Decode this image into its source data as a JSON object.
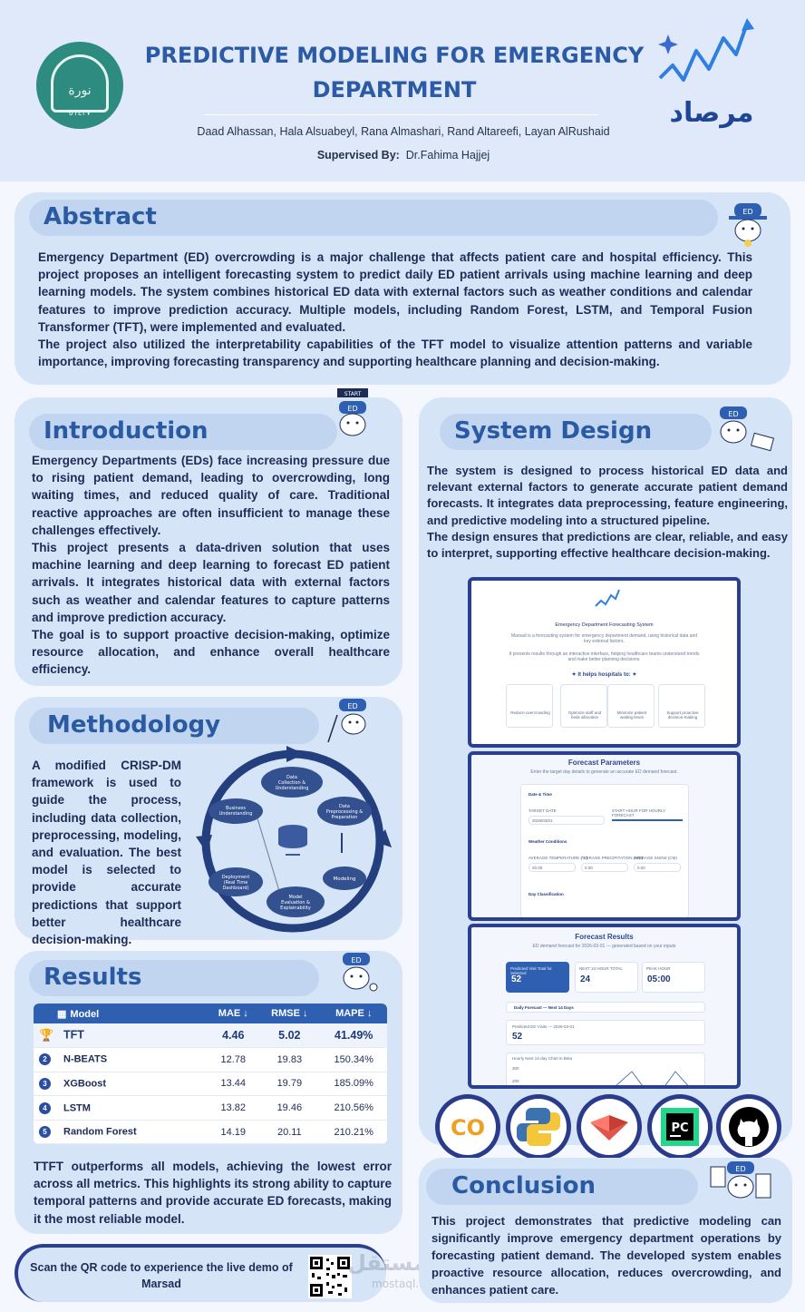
{
  "header": {
    "title": "PREDICTIVE MODELING FOR EMERGENCY DEPARTMENT",
    "authors": "Daad Alhassan, Hala Alsuabeyl, Rana Almashari, Rand Altareefi, Layan AlRushaid",
    "supervised_label": "Supervised By:",
    "supervisor": "Dr.Fahima Hajjej",
    "left_logo_text": "٥١٤٢٧",
    "left_logo_script": "نورة",
    "right_logo_text": "مرصاد"
  },
  "abstract": {
    "heading": "Abstract",
    "p1": "Emergency Department (ED) overcrowding is a major challenge that affects patient care and hospital efficiency. This project proposes an intelligent forecasting system to predict daily ED patient arrivals using machine learning and deep learning models. The system combines historical ED data with external factors such as weather conditions and calendar features to improve prediction accuracy. Multiple models, including Random Forest, LSTM, and Temporal Fusion Transformer (TFT), were implemented and evaluated.",
    "p2": "The project also utilized the interpretability capabilities of the TFT model to visualize attention patterns and variable importance, improving forecasting transparency and supporting healthcare planning and decision-making."
  },
  "introduction": {
    "heading": "Introduction",
    "badge": "START",
    "p1": "Emergency Departments (EDs) face increasing pressure due to rising patient demand, leading to overcrowding, long waiting times, and reduced quality of care. Traditional reactive approaches are often insufficient to manage these challenges effectively.",
    "p2": "This project presents a data-driven solution that uses machine learning and deep learning to forecast ED patient arrivals. It integrates historical data with external factors such as weather and calendar features to capture patterns and improve prediction accuracy.",
    "p3": "The goal is to support proactive decision-making, optimize resource allocation, and enhance overall healthcare efficiency."
  },
  "methodology": {
    "heading": "Methodology",
    "text": "A modified CRISP-DM framework is used to guide the process, including data collection, preprocessing, modeling, and evaluation. The best model is selected to provide accurate predictions that support better healthcare decision-making.",
    "cycle": [
      "Data Collection & Understanding",
      "Data Preprocessing & Preparation",
      "Modeling",
      "Model Evaluation & Explainability",
      "Deployment (Real Time Dashboard)",
      "Business Understanding"
    ]
  },
  "results": {
    "heading": "Results",
    "columns": [
      "Model",
      "MAE ↓",
      "RMSE ↓",
      "MAPE ↓"
    ],
    "rows": [
      {
        "rank": "",
        "model": "TFT",
        "mae": "4.46",
        "rmse": "5.02",
        "mape": "41.49%"
      },
      {
        "rank": "2",
        "model": "N-BEATS",
        "mae": "12.78",
        "rmse": "19.83",
        "mape": "150.34%"
      },
      {
        "rank": "3",
        "model": "XGBoost",
        "mae": "13.44",
        "rmse": "19.79",
        "mape": "185.09%"
      },
      {
        "rank": "4",
        "model": "LSTM",
        "mae": "13.82",
        "rmse": "19.46",
        "mape": "210.56%"
      },
      {
        "rank": "5",
        "model": "Random Forest",
        "mae": "14.19",
        "rmse": "20.11",
        "mape": "210.21%"
      }
    ],
    "summary": "TTFT outperforms all models, achieving the lowest error across all metrics. This highlights its strong ability to capture temporal patterns and provide accurate ED forecasts, making it the most reliable model."
  },
  "qr": {
    "text": "Scan the QR code to experience the live demo of Marsad"
  },
  "system_design": {
    "heading": "System Design",
    "p1": "The system is designed to process historical ED data and relevant external factors to generate accurate patient demand forecasts. It integrates data preprocessing, feature engineering, and predictive modeling into a structured pipeline.",
    "p2": "The design ensures that predictions are clear, reliable, and easy to interpret, supporting effective healthcare decision-making.",
    "screens": {
      "s1_title": "Emergency Department Forecasting System",
      "s1_line1": "Marsad is a forecasting system for emergency department demand, using historical data and key external factors.",
      "s1_line2": "It presents results through an interactive interface, helping healthcare teams understand trends and make better planning decisions.",
      "s1_helps": "✦ It helps hospitals to: ✦",
      "s1_cards": [
        "Reduce overcrowding",
        "Optimize staff and beds allocation",
        "Minimize patient waiting times",
        "Support proactive decision-making"
      ],
      "s2_title": "Forecast Parameters",
      "s2_sub": "Enter the target day details to generate an accurate ED demand forecast.",
      "s2_date_section": "Date & Time",
      "s2_target_date": "TARGET DATE",
      "s2_date_value": "2026/03/01",
      "s2_start_hour": "START HOUR FOR HOURLY FORECAST",
      "s2_weather": "Weather Conditions",
      "s2_temp": "AVERAGE TEMPERATURE (°C)",
      "s2_temp_val": "20.00",
      "s2_precip": "AVERAGE PRECIPITATION (MM)",
      "s2_precip_val": "0.00",
      "s2_snow": "AVERAGE SNOW (CM)",
      "s2_snow_val": "0.00",
      "s2_day": "Day Classification",
      "s3_title": "Forecast Results",
      "s3_sub": "ED demand forecast for 2026-03-01 — generated based on your inputs",
      "s3_c1_label": "Predicted Visit Total for Selected",
      "s3_c1_val": "52",
      "s3_c2_label": "NEXT 24 HOUR TOTAL",
      "s3_c2_val": "24",
      "s3_c3_label": "PEAK HOUR",
      "s3_c3_val": "05:00",
      "s3_daily": "Daily Forecast — Next 14 Days",
      "s3_pred_label": "Predicted ED Visits — 2026-03-01",
      "s3_pred_val": "52",
      "s3_chart_label": "Hourly Next 14-day Chart in Beta",
      "s3_axis_1": "300",
      "s3_axis_2": "200"
    }
  },
  "tools": [
    "Google Colab",
    "Python",
    "Streamlit",
    "PyCharm",
    "GitHub"
  ],
  "tools_text": {
    "colab": "CO",
    "pycharm": "PC"
  },
  "conclusion": {
    "heading": "Conclusion",
    "text": "This project demonstrates that predictive modeling can significantly improve emergency department operations by forecasting patient demand. The developed system enables proactive resource allocation, reduces overcrowding, and enhances patient care."
  },
  "mascot_label": "ED",
  "watermark": {
    "arabic": "مستقل",
    "latin": "mostaql.com"
  },
  "colors": {
    "primary": "#2a5aa2",
    "panel": "#d6e4f7",
    "dark_navy": "#2b3f91",
    "header_bg": "#dfe9f9"
  }
}
